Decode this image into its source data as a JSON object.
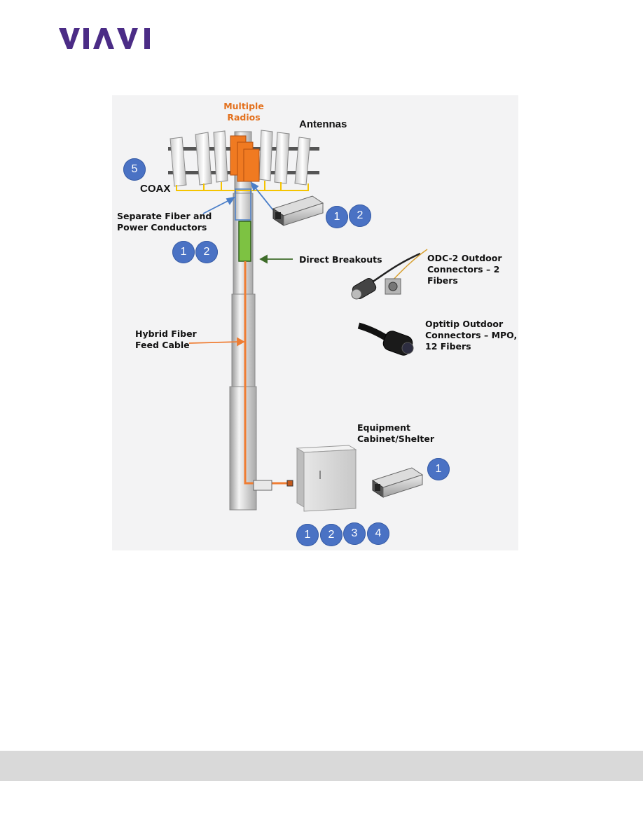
{
  "brand": {
    "logo_text": "VIAVI",
    "color": "#4b2c86"
  },
  "labels": {
    "multiple_radios": "Multiple\nRadios",
    "antennas": "Antennas",
    "coax": "COAX",
    "separate_fiber": "Separate Fiber and\nPower Conductors",
    "direct_breakouts": "Direct Breakouts",
    "odc2": "ODC-2 Outdoor\nConnectors – 2\nFibers",
    "optitip": "Optitip Outdoor\nConnectors – MPO,\n12 Fibers",
    "hybrid_fiber": "Hybrid Fiber\nFeed Cable",
    "equipment": "Equipment\nCabinet/Shelter"
  },
  "badges": {
    "coax_badge": "5",
    "sfp_top_1": "1",
    "sfp_top_2": "2",
    "pole_1": "1",
    "pole_2": "2",
    "sfp_bottom_1": "1",
    "cabinet_1": "1",
    "cabinet_2": "2",
    "cabinet_3": "3",
    "cabinet_4": "4"
  },
  "colors": {
    "radio": "#f07a21",
    "hybrid_cable": "#ef7d33",
    "breakout": "#7dc242",
    "coax_line": "#f5c400",
    "pointer": "#4a7ec8",
    "badge": "#4a72c4",
    "breakout_arrow": "#3d6b28"
  }
}
